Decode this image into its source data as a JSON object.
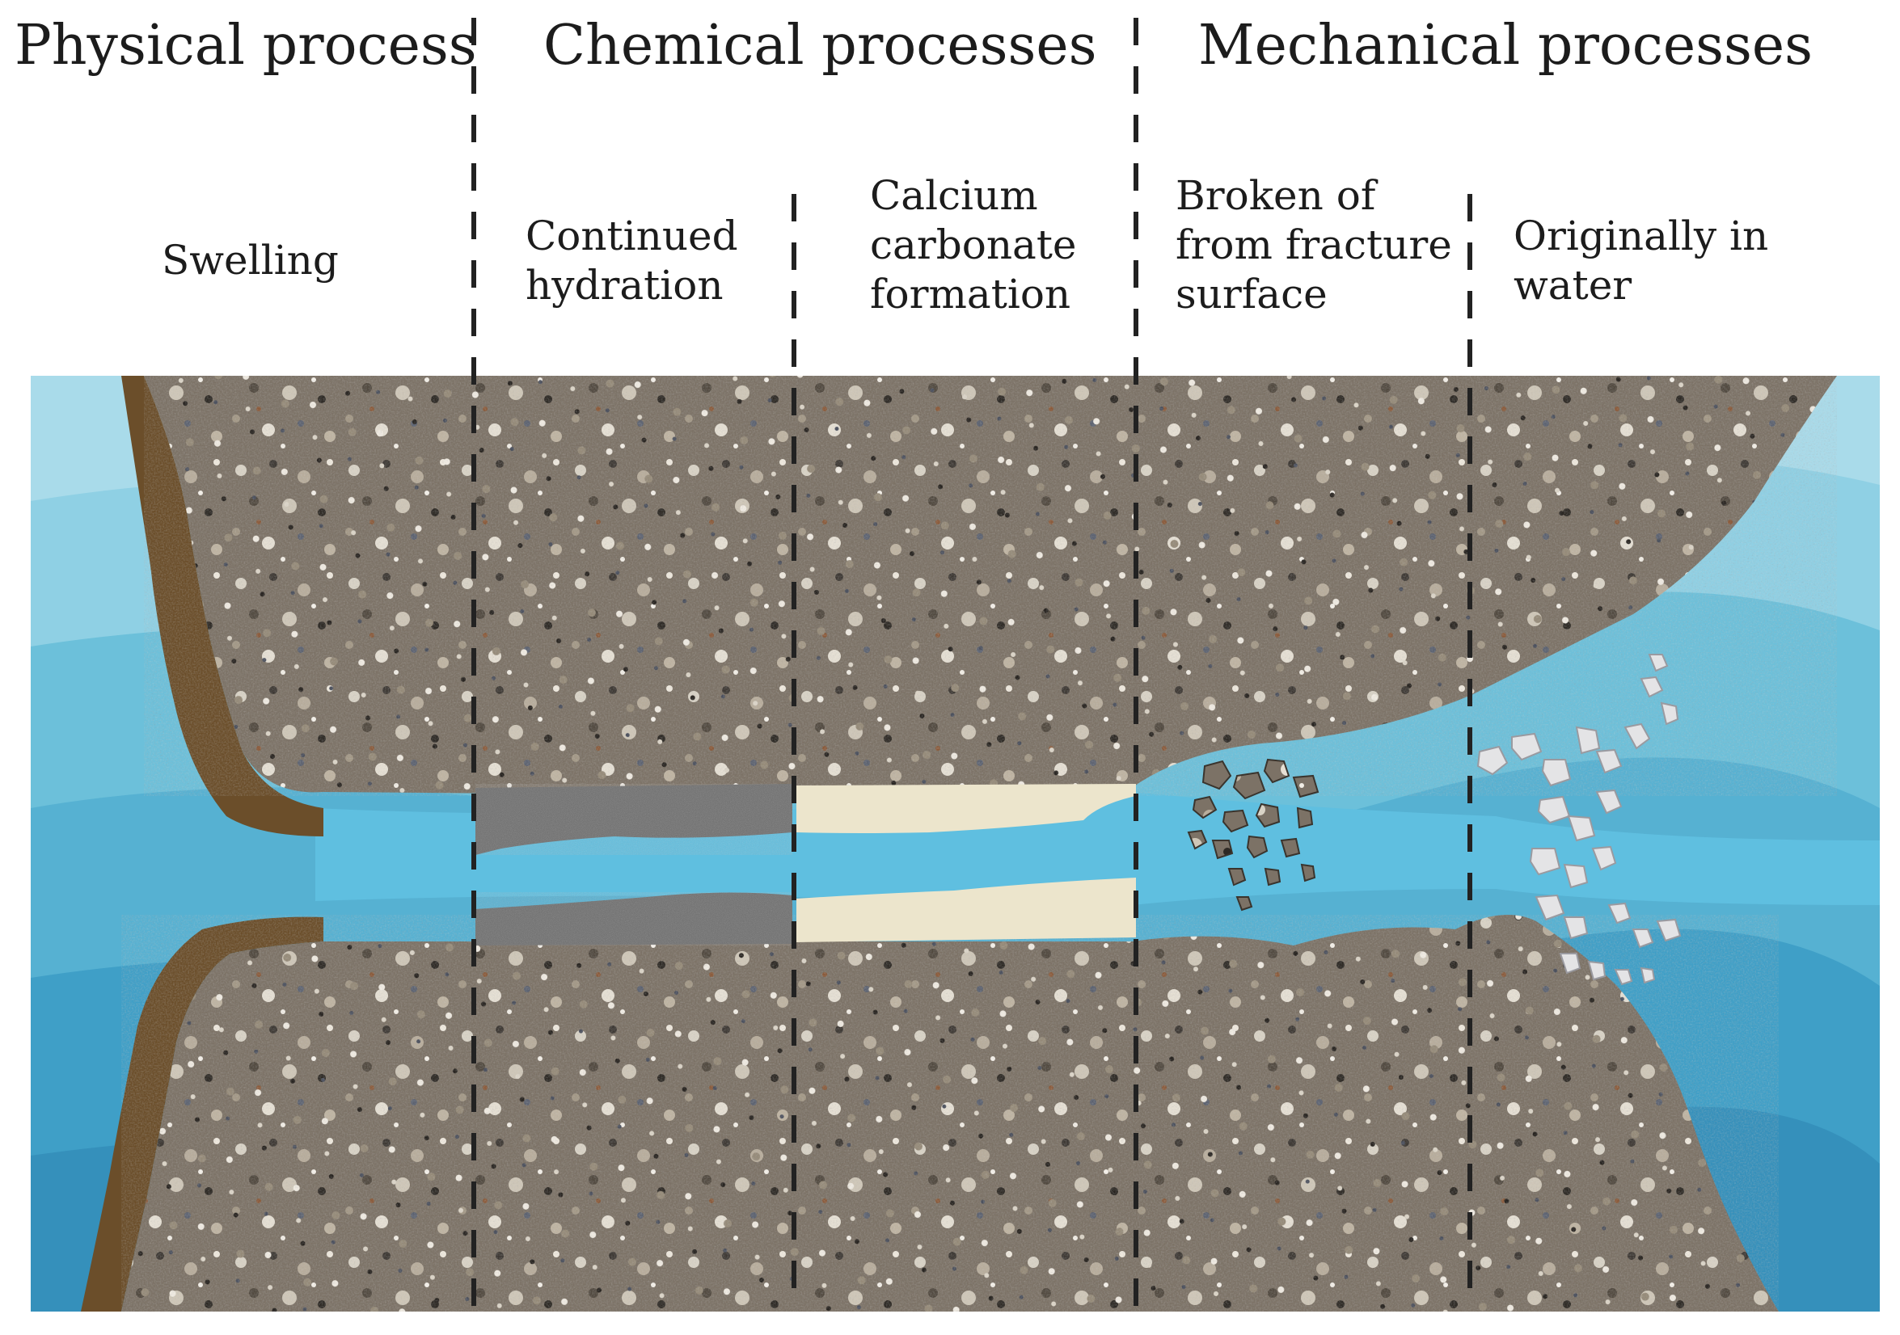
{
  "categories": {
    "physical": "Physical process",
    "chemical": "Chemical processes",
    "mechanical": "Mechanical processes"
  },
  "stages": [
    {
      "key": "swelling",
      "label": "Swelling"
    },
    {
      "key": "hydration",
      "label": "Continued\nhydration"
    },
    {
      "key": "calcium",
      "label": "Calcium\ncarbonate\nformation"
    },
    {
      "key": "broken",
      "label": "Broken of\nfrom fracture\nsurface"
    },
    {
      "key": "originally",
      "label": "Originally in\nwater"
    }
  ],
  "colors": {
    "water_light": "#a9dbea",
    "water_mid": "#6cc0da",
    "water_deep": "#3a9cc4",
    "concrete": "#7c7266",
    "swelling_layer": "#6b4e2a",
    "hydration_layer": "#6d6d6d",
    "calcite_layer": "#ece5cc",
    "divider": "#222222"
  }
}
